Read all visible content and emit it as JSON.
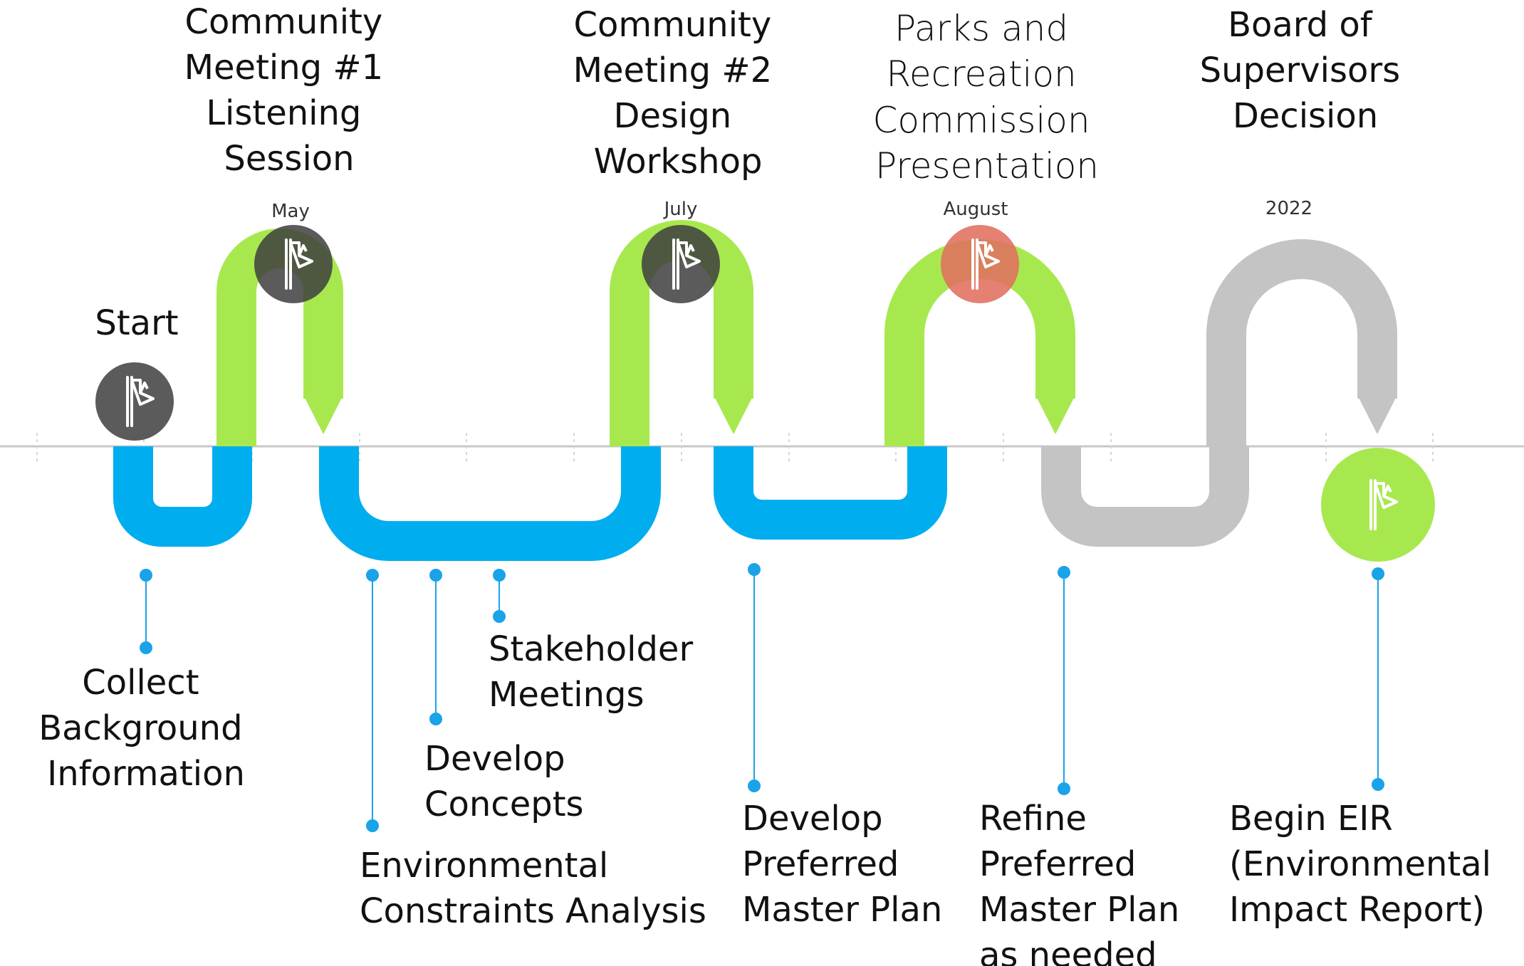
{
  "milestones": {
    "start": {
      "title": "Start"
    },
    "meeting1": {
      "lines": [
        "Community",
        "Meeting #1",
        "Listening",
        "Session"
      ],
      "date": "May"
    },
    "meeting2": {
      "lines": [
        "Community",
        "Meeting #2",
        "Design",
        "Workshop"
      ],
      "date": "July"
    },
    "parks": {
      "lines": [
        "Parks and",
        "Recreation",
        "Commission",
        "Presentation"
      ],
      "date": "August"
    },
    "board": {
      "lines": [
        "Board of",
        "Supervisors",
        "Decision"
      ],
      "date": "2022"
    }
  },
  "tasks": {
    "collect": {
      "lines": [
        "Collect",
        "Background",
        "Information"
      ]
    },
    "environmental": {
      "lines": [
        "Environmental",
        "Constraints Analysis"
      ]
    },
    "concepts": {
      "lines": [
        "Develop",
        "Concepts"
      ]
    },
    "stakeholder": {
      "lines": [
        "Stakeholder",
        "Meetings"
      ]
    },
    "develop_plan": {
      "lines": [
        "Develop",
        "Preferred",
        "Master Plan"
      ]
    },
    "refine_plan": {
      "lines": [
        "Refine",
        "Preferred",
        "Master Plan",
        "as needed"
      ]
    },
    "eir": {
      "lines": [
        "Begin EIR",
        "(Environmental",
        "Impact Report)"
      ]
    }
  },
  "icons": {
    "milestone_icon": "flag-icon"
  },
  "colors": {
    "blue_path": "#00ADEF",
    "green_path": "#A8E84F",
    "gray_path": "#C4C4C4",
    "dark_marker": "#3E3E3E",
    "red_marker": "#E07060",
    "green_marker": "#A8E84F",
    "connector": "#1AA3E8",
    "axis": "#C8C8C8"
  }
}
